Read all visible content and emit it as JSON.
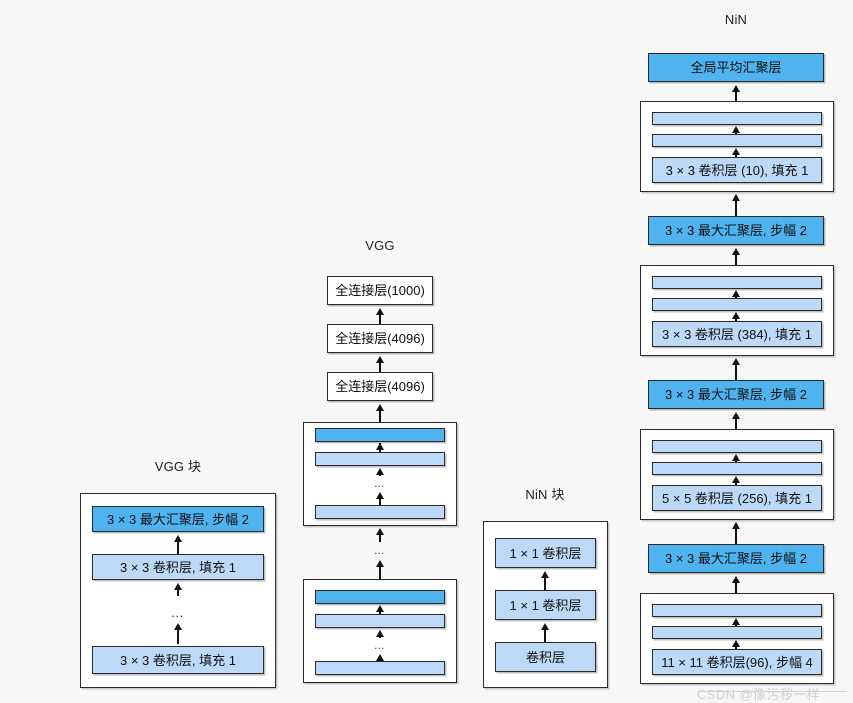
{
  "figure": {
    "background_color": "#f7f7f7",
    "colors": {
      "conv_fill": "#bcd9f7",
      "pool_fill": "#4fb3f0",
      "plain_fill": "#ffffff",
      "stroke": "#2b2b2b",
      "text": "#101010"
    },
    "watermark": "CSDN @像污秽一样"
  },
  "vgg_block": {
    "title": "VGG 块",
    "layers": [
      {
        "label": "3 × 3 最大汇聚层, 步幅 2",
        "kind": "pool"
      },
      {
        "label": "3 × 3 卷积层, 填充 1",
        "kind": "conv"
      },
      {
        "label": "…",
        "kind": "ellipsis"
      },
      {
        "label": "3 × 3 卷积层, 填充 1",
        "kind": "conv"
      }
    ]
  },
  "vgg_network": {
    "title": "VGG",
    "top_layers": [
      {
        "label": "全连接层(1000)",
        "kind": "plain"
      },
      {
        "label": "全连接层(4096)",
        "kind": "plain"
      },
      {
        "label": "全连接层(4096)",
        "kind": "plain"
      }
    ],
    "blocks": [
      {
        "name": "vgg-block-upper",
        "bars": [
          {
            "kind": "pool"
          },
          {
            "kind": "conv"
          },
          {
            "kind": "ellipsis",
            "label": "…"
          },
          {
            "kind": "conv"
          }
        ]
      },
      {
        "name": "vgg-block-lower",
        "bars": [
          {
            "kind": "pool"
          },
          {
            "kind": "conv"
          },
          {
            "kind": "ellipsis",
            "label": "…"
          },
          {
            "kind": "conv"
          }
        ]
      }
    ],
    "between_blocks_ellipsis": "…"
  },
  "nin_block": {
    "title": "NiN 块",
    "layers": [
      {
        "label": "1 × 1 卷积层",
        "kind": "conv"
      },
      {
        "label": "1 × 1 卷积层",
        "kind": "conv"
      },
      {
        "label": "卷积层",
        "kind": "conv"
      }
    ]
  },
  "nin_network": {
    "title": "NiN",
    "stack": [
      {
        "type": "node",
        "name": "global-avg-pool",
        "label": "全局平均汇聚层",
        "kind": "pool"
      },
      {
        "type": "block",
        "name": "nin-block-4",
        "bars": [
          {
            "kind": "conv",
            "label": ""
          },
          {
            "kind": "conv",
            "label": ""
          },
          {
            "kind": "conv",
            "label": "3 × 3 卷积层 (10), 填充 1"
          }
        ]
      },
      {
        "type": "node",
        "name": "maxpool-3",
        "label": "3 × 3 最大汇聚层, 步幅 2",
        "kind": "pool"
      },
      {
        "type": "block",
        "name": "nin-block-3",
        "bars": [
          {
            "kind": "conv",
            "label": ""
          },
          {
            "kind": "conv",
            "label": ""
          },
          {
            "kind": "conv",
            "label": "3 × 3 卷积层 (384), 填充 1"
          }
        ]
      },
      {
        "type": "node",
        "name": "maxpool-2",
        "label": "3 × 3 最大汇聚层, 步幅 2",
        "kind": "pool"
      },
      {
        "type": "block",
        "name": "nin-block-2",
        "bars": [
          {
            "kind": "conv",
            "label": ""
          },
          {
            "kind": "conv",
            "label": ""
          },
          {
            "kind": "conv",
            "label": "5 × 5 卷积层 (256), 填充 1"
          }
        ]
      },
      {
        "type": "node",
        "name": "maxpool-1",
        "label": "3 × 3 最大汇聚层, 步幅 2",
        "kind": "pool"
      },
      {
        "type": "block",
        "name": "nin-block-1",
        "bars": [
          {
            "kind": "conv",
            "label": ""
          },
          {
            "kind": "conv",
            "label": ""
          },
          {
            "kind": "conv",
            "label": "11 × 11 卷积层(96), 步幅 4"
          }
        ]
      }
    ]
  }
}
